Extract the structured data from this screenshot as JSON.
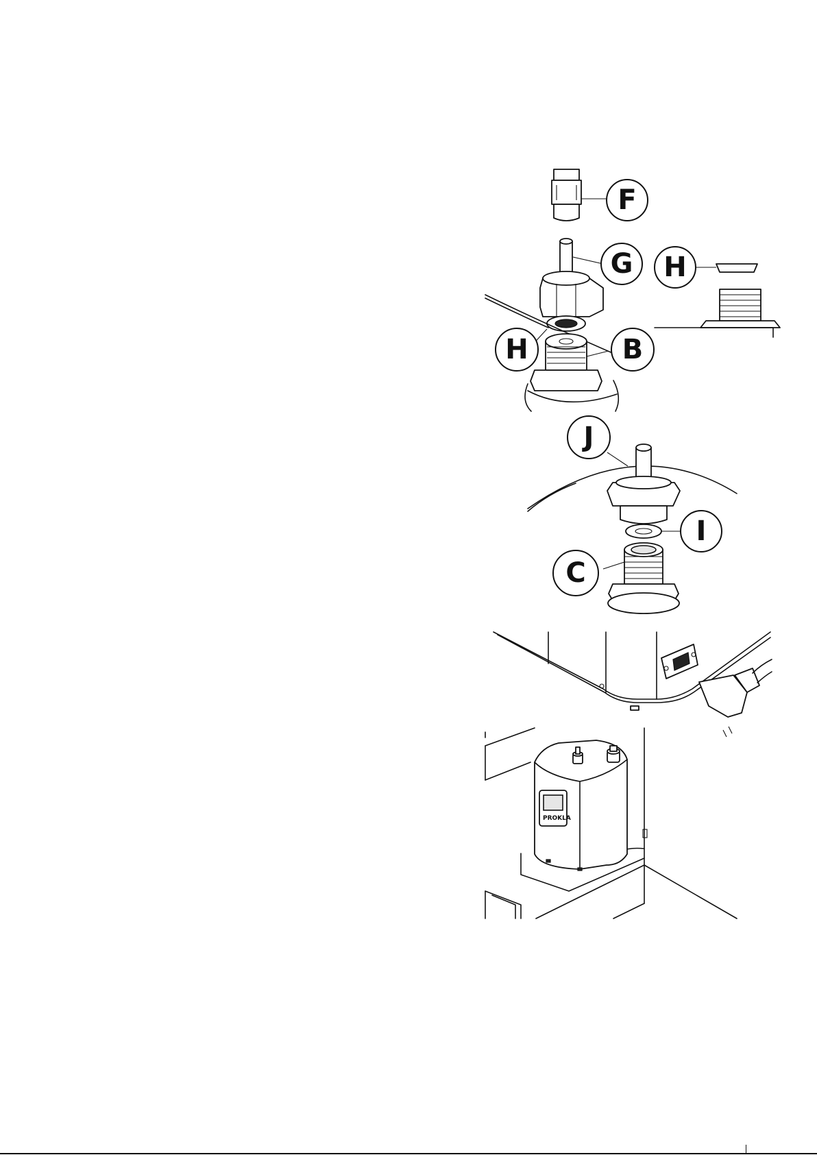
{
  "callouts": {
    "F": "F",
    "G": "G",
    "H_detail": "H",
    "H": "H",
    "B": "B",
    "J": "J",
    "I": "I",
    "C": "C"
  },
  "boiler": {
    "brand": "PROKLA"
  }
}
